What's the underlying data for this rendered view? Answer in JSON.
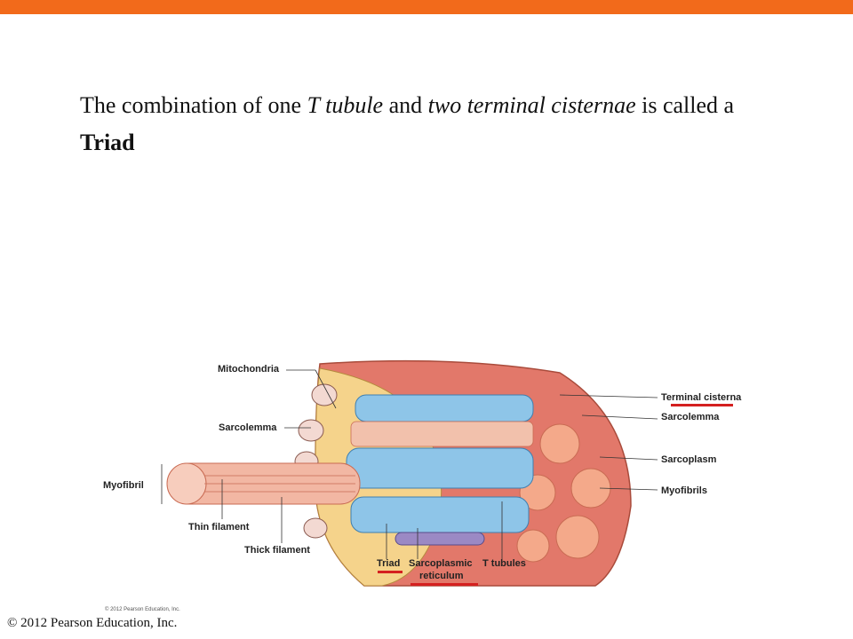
{
  "slide": {
    "sentence": {
      "part1": "The combination of one ",
      "term1": "T tubule",
      "part2": " and ",
      "term2": "two terminal cisternae",
      "part3": " is called a ",
      "term3": "Triad"
    },
    "copyright": "© 2012 Pearson Education, Inc.",
    "accent_color": "#f26a1b"
  },
  "figure": {
    "labels": {
      "mitochondria": "Mitochondria",
      "sarcolemma_left": "Sarcolemma",
      "myofibril": "Myofibril",
      "thin_filament": "Thin filament",
      "thick_filament": "Thick filament",
      "triad": "Triad",
      "sarcoplasmic_line1": "Sarcoplasmic",
      "sarcoplasmic_line2": "reticulum",
      "t_tubules": "T tubules",
      "terminal_cisterna": "Terminal cisterna",
      "sarcolemma_right": "Sarcolemma",
      "sarcoplasm": "Sarcoplasm",
      "myofibrils": "Myofibrils"
    },
    "credit": "© 2012 Pearson Education, Inc.",
    "highlight_color": "#d42020"
  }
}
